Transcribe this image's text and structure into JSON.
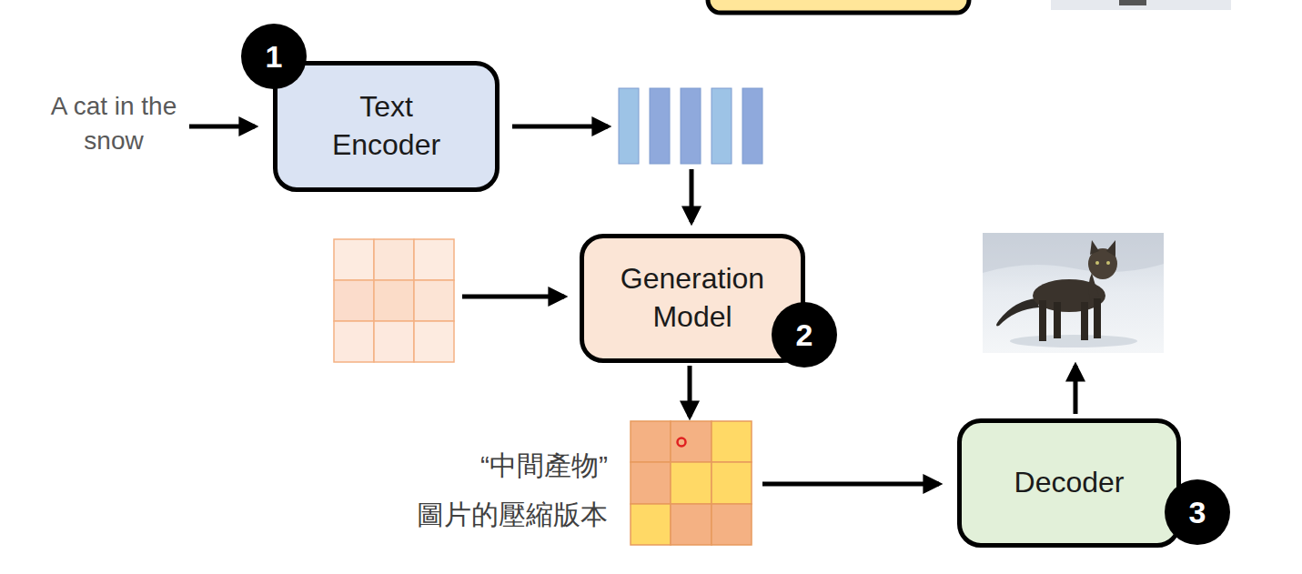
{
  "diagram": {
    "nodes": [
      {
        "text": [
          "Text Encoder"
        ]
      },
      {
        "text": [
          "Generation Model"
        ]
      },
      {
        "text": [
          "Decoder"
        ]
      }
    ],
    "labels": [
      "A cat in the snow",
      "1",
      "2",
      "3",
      "“中間產物”",
      "圖片的壓縮版本"
    ]
  }
}
